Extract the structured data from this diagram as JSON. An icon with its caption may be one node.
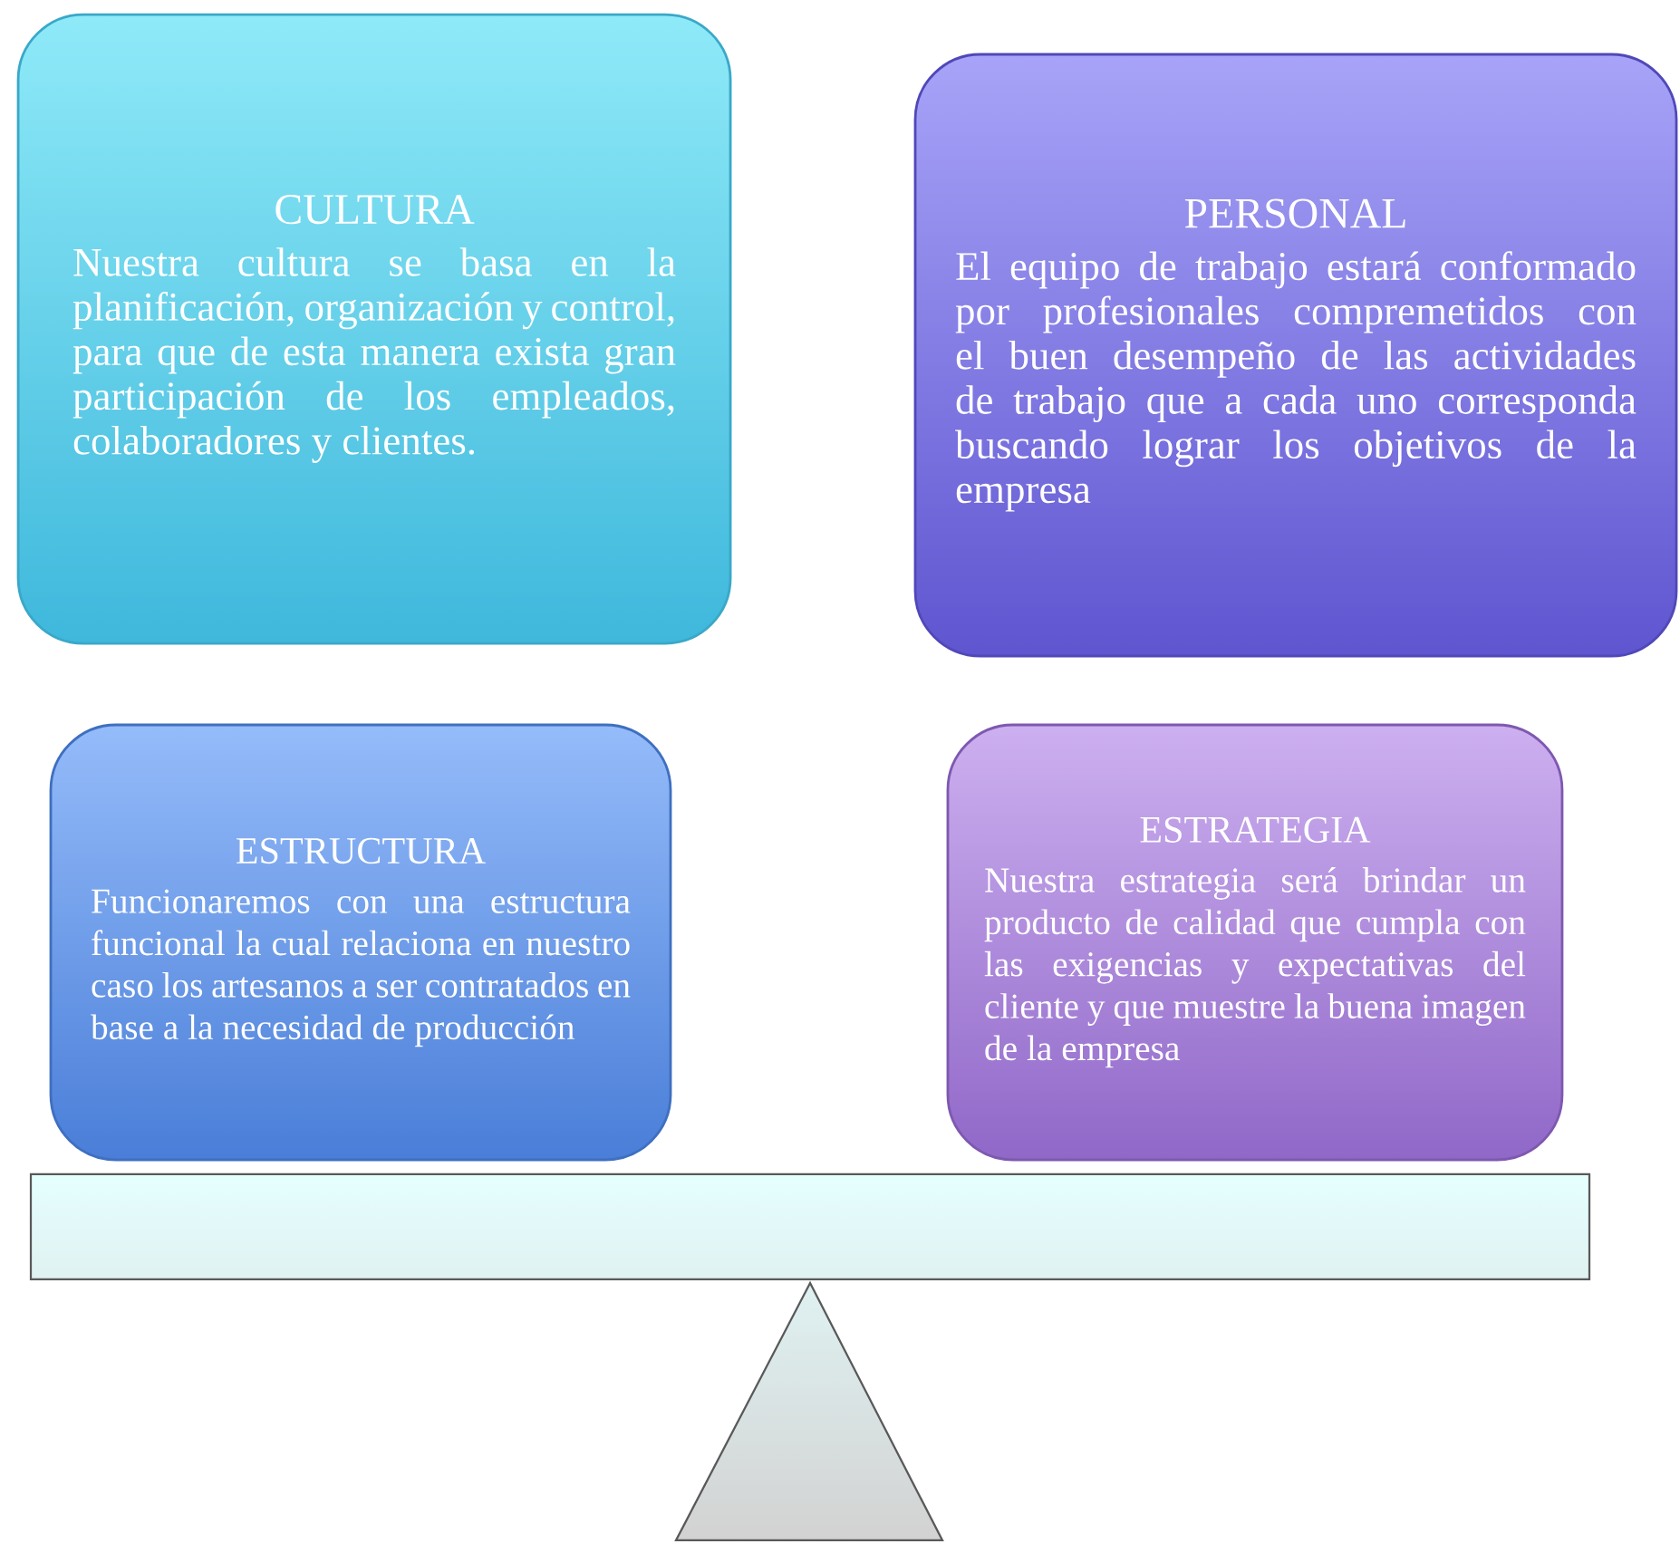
{
  "diagram": {
    "nodes": [
      {
        "text": [
          "CULTURA",
          "Nuestra cultura se basa en la planificación, organización y control, para que de esta manera exista gran participación de los empleados, colaboradores y clientes."
        ]
      },
      {
        "text": [
          "PERSONAL",
          "El equipo de trabajo estará conformado por profesionales compremetidos con el buen desempeño de las actividades de trabajo que a cada uno corresponda buscando lograr los objetivos de la empresa"
        ]
      },
      {
        "text": [
          "ESTRUCTURA",
          "Funcionaremos con una estructura funcional la cual relaciona en nuestro caso los artesanos a ser contratados en base a la necesidad de producción"
        ]
      },
      {
        "text": [
          "ESTRATEGIA",
          "Nuestra estrategia será brindar un producto de calidad que cumpla con las exigencias y expectativas del cliente y que muestre la buena imagen de la empresa"
        ]
      }
    ]
  }
}
